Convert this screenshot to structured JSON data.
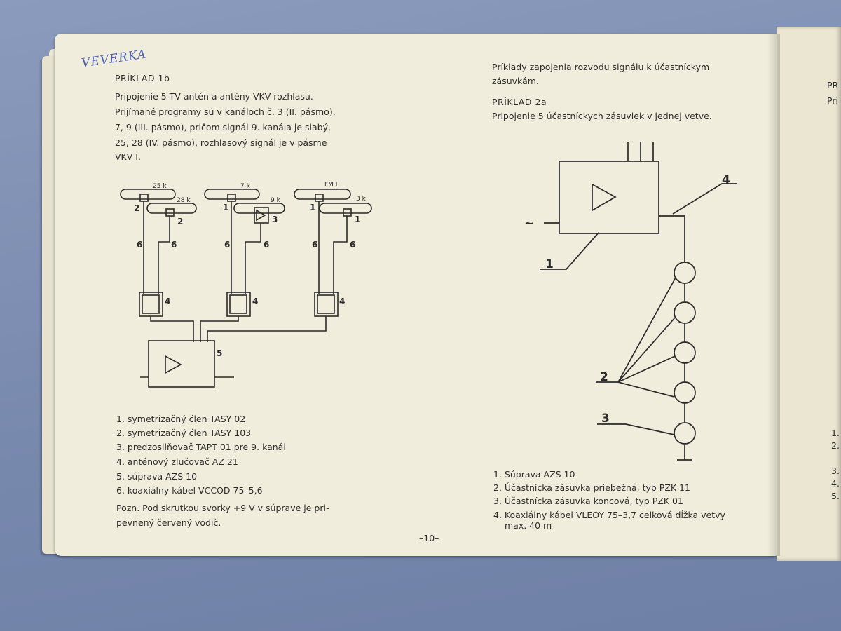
{
  "handwriting": "VEVERKA",
  "left_column": {
    "heading": "PRÍKLAD 1b",
    "intro": [
      "Pripojenie 5 TV antén a antény VKV rozhlasu.",
      "Prijímané programy sú v kanáloch č. 3 (II. pásmo),",
      "7, 9 (III. pásmo), pričom signál 9. kanála je slabý,",
      "25, 28 (IV. pásmo), rozhlasový signál je v pásme",
      "VKV I."
    ],
    "legend": [
      "1. symetrizačný člen TASY 02",
      "2. symetrizačný člen TASY 103",
      "3. predzosilňovač TAPT 01 pre 9. kanál",
      "4. anténový zlučovač AZ 21",
      "5. súprava AZS 10",
      "6. koaxiálny kábel VCCOD 75–5,6"
    ],
    "note": [
      "Pozn. Pod skrutkou svorky +9 V v súprave je pri-",
      "pevnený červený vodič."
    ]
  },
  "right_column": {
    "intro": [
      "Príklady zapojenia rozvodu signálu k účastníckym",
      "zásuvkám."
    ],
    "heading": "PRÍKLAD 2a",
    "subheading": "Pripojenie 5 účastníckych zásuviek v jednej vetve.",
    "legend": [
      "1. Súprava AZS 10",
      "2. Účastnícka zásuvka priebežná, typ PZK 11",
      "3. Účastnícka zásuvka koncová, typ PZK 01",
      "4. Koaxiálny kábel VLEOY 75–3,7 celková dĺžka vetvy",
      "max. 40 m"
    ]
  },
  "page_number": "–10–",
  "next_page_fragments": [
    "PR",
    "Pri",
    "1.",
    "2.",
    "3.",
    "4.",
    "5."
  ],
  "diagram1": {
    "antenna_labels": [
      "25 k",
      "28 k",
      "7 k",
      "9 k",
      "FM I",
      "3 k"
    ],
    "component_numbers": [
      "2",
      "2",
      "1",
      "3",
      "1",
      "1"
    ],
    "cable_labels": [
      "6",
      "6",
      "6",
      "6",
      "6",
      "6"
    ],
    "combiner_labels": [
      "4",
      "4",
      "4"
    ],
    "amplifier_label": "5"
  },
  "diagram2": {
    "input_symbol": "~",
    "callouts": [
      "1",
      "2",
      "3",
      "4"
    ]
  }
}
